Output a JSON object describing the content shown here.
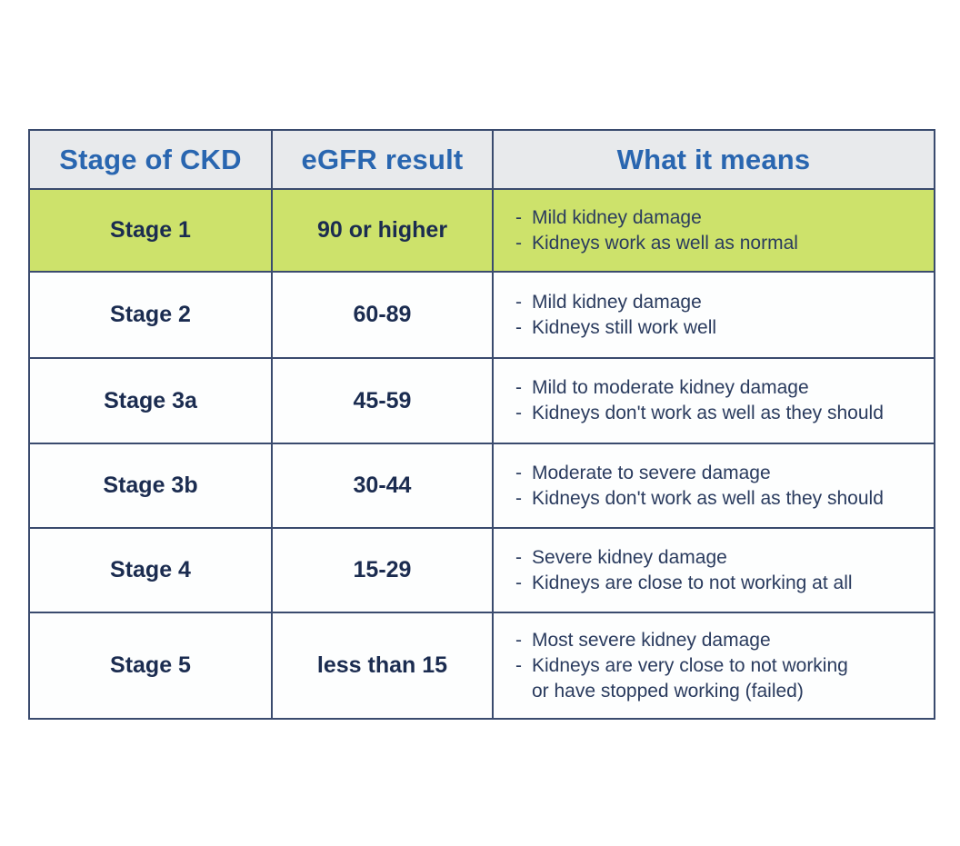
{
  "colors": {
    "header_bg": "#e8eaec",
    "header_text_blue": "#2966b0",
    "highlight_green": "#cde26b",
    "border_navy": "#3a4b6e",
    "stage_text_navy": "#1b2c50",
    "meaning_text_navy": "#2a3b5e",
    "row_bg": "#fdfefe"
  },
  "table": {
    "headers": {
      "stage": "Stage of CKD",
      "egfr": "eGFR result",
      "meaning": "What it means"
    },
    "bullet": "-",
    "rows": [
      {
        "stage": "Stage 1",
        "egfr": "90 or higher",
        "meanings": [
          "Mild kidney damage",
          "Kidneys work as well as normal"
        ]
      },
      {
        "stage": "Stage 2",
        "egfr": "60-89",
        "meanings": [
          "Mild kidney damage",
          "Kidneys still work well"
        ]
      },
      {
        "stage": "Stage 3a",
        "egfr": "45-59",
        "meanings": [
          "Mild to moderate kidney damage",
          "Kidneys don't work as well as they should"
        ]
      },
      {
        "stage": "Stage 3b",
        "egfr": "30-44",
        "meanings": [
          "Moderate to severe damage",
          "Kidneys don't work as well as they should"
        ]
      },
      {
        "stage": "Stage 4",
        "egfr": "15-29",
        "meanings": [
          "Severe kidney damage",
          "Kidneys are close to not working at all"
        ]
      },
      {
        "stage": "Stage 5",
        "egfr": "less than 15",
        "meanings": [
          "Most severe kidney damage",
          "Kidneys are very close to not working\nor have stopped working (failed)"
        ]
      }
    ]
  },
  "chart_data": {
    "type": "table",
    "title": "",
    "columns": [
      "Stage of CKD",
      "eGFR result",
      "What it means"
    ],
    "rows": [
      [
        "Stage 1",
        "90 or higher",
        "Mild kidney damage; Kidneys work as well as normal"
      ],
      [
        "Stage 2",
        "60-89",
        "Mild kidney damage; Kidneys still work well"
      ],
      [
        "Stage 3a",
        "45-59",
        "Mild to moderate kidney damage; Kidneys don't work as well as they should"
      ],
      [
        "Stage 3b",
        "30-44",
        "Moderate to severe damage; Kidneys don't work as well as they should"
      ],
      [
        "Stage 4",
        "15-29",
        "Severe kidney damage; Kidneys are close to not working at all"
      ],
      [
        "Stage 5",
        "less than 15",
        "Most severe kidney damage; Kidneys are very close to not working or have stopped working (failed)"
      ]
    ],
    "layout_hints": {
      "highlighted_row": "Stage 1",
      "highlight_color": "#cde26b",
      "header_style": "gray background, blue bold text"
    }
  }
}
